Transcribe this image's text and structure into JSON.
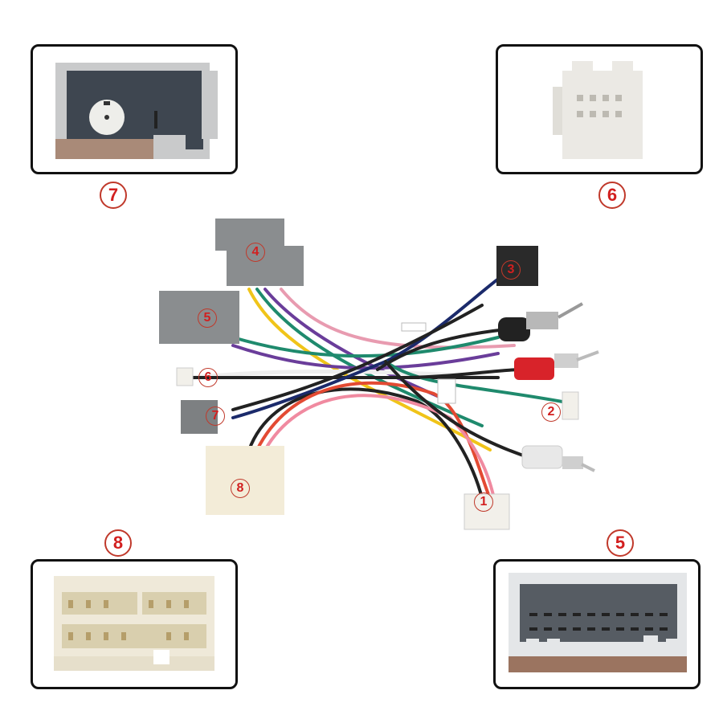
{
  "panels": {
    "top_left": {
      "label": "7",
      "desc": "grey connector with round coax socket"
    },
    "top_right": {
      "label": "6",
      "desc": "white 8-pin connector"
    },
    "bottom_left": {
      "label": "8",
      "desc": "cream multi-pin connector"
    },
    "bottom_right": {
      "label": "5",
      "desc": "grey multi-pin connector"
    }
  },
  "harness_labels": {
    "c1": "1",
    "c2": "2",
    "c3": "3",
    "c4": "4",
    "c5": "5",
    "c6": "6",
    "c7": "7",
    "c8": "8"
  },
  "colors": {
    "badge_red": "#d21f1f",
    "connector_grey": "#8a8d8f",
    "connector_white": "#f2f0ea",
    "connector_cream": "#f3ecd8",
    "connector_black": "#2a2a2a"
  }
}
